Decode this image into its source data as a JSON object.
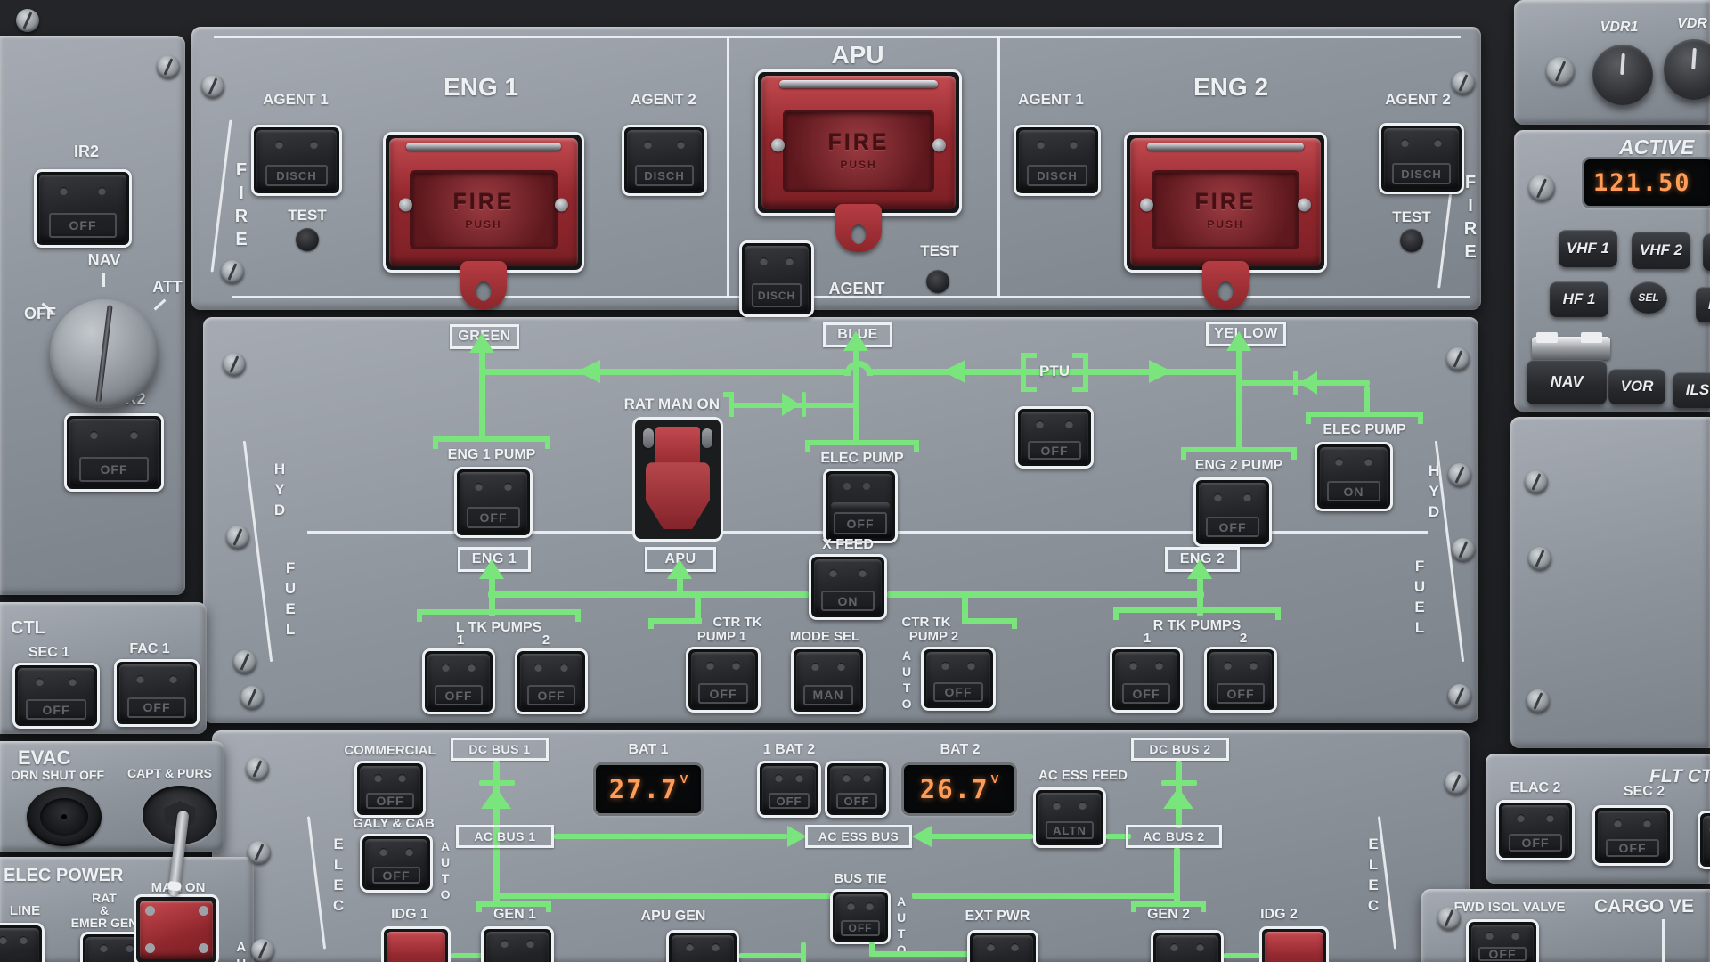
{
  "states": {
    "off": "OFF",
    "on": "ON",
    "man": "MAN",
    "altn": "ALTN",
    "disch": "DISCH"
  },
  "fire": {
    "rail_left": "FIRE",
    "rail_right": "FIRE",
    "eng1_title": "ENG 1",
    "apu_title": "APU",
    "eng2_title": "ENG 2",
    "agent1": "AGENT 1",
    "agent2": "AGENT 2",
    "agent": "AGENT",
    "test": "TEST",
    "fire_cap": "FIRE",
    "push_cap": "PUSH"
  },
  "hyd": {
    "rail": "HYD",
    "green": "GREEN",
    "blue": "BLUE",
    "yellow": "YELLOW",
    "ptu": "PTU",
    "rat_man_on": "RAT MAN ON",
    "eng1_pump": "ENG 1 PUMP",
    "eng2_pump": "ENG 2 PUMP",
    "elec_pump": "ELEC PUMP"
  },
  "fuel": {
    "rail": "FUEL",
    "eng1": "ENG 1",
    "apu": "APU",
    "eng2": "ENG 2",
    "xfeed": "X FEED",
    "ltk": "L TK PUMPS",
    "rtk": "R TK PUMPS",
    "ctr_tk": "CTR TK",
    "pump1": "PUMP 1",
    "pump2": "PUMP 2",
    "mode_sel": "MODE SEL",
    "auto": "AUTO",
    "n1": "1",
    "n2": "2"
  },
  "elec": {
    "rail": "ELEC",
    "commercial": "COMMERCIAL",
    "galy": "GALY & CAB",
    "auto": "AUTO",
    "dc_bus1": "DC  BUS  1",
    "dc_bus2": "DC  BUS  2",
    "bat1": "BAT 1",
    "bat_pair": "1  BAT  2",
    "bat2": "BAT 2",
    "bat1_v": "27.7",
    "bat2_v": "26.7",
    "volt": "V",
    "ac_ess_feed": "AC ESS FEED",
    "ac_bus1": "AC  BUS  1",
    "ac_ess_bus": "AC ESS BUS",
    "ac_bus2": "AC  BUS  2",
    "bus_tie": "BUS TIE",
    "idg1": "IDG 1",
    "gen1": "GEN 1",
    "apu_gen": "APU GEN",
    "ext_pwr": "EXT PWR",
    "gen2": "GEN 2",
    "idg2": "IDG 2"
  },
  "adirs": {
    "ir2": "IR2",
    "nav": "NAV",
    "att": "ATT",
    "off": "OFF",
    "r2": "R2"
  },
  "lctl": {
    "title": "CTL",
    "sec1": "SEC 1",
    "fac1": "FAC 1"
  },
  "evac": {
    "title": "EVAC",
    "horn": "ORN SHUT OFF",
    "capt": "CAPT & PURS"
  },
  "emer": {
    "title": "ELEC POWER",
    "line": "LINE",
    "rat1": "RAT",
    "rat2": "&",
    "rat3": "EMER GEN",
    "man_on": "MAN ON",
    "auto_cut": "AU"
  },
  "rmp": {
    "vdr1": "VDR1",
    "vdr2": "VDR",
    "active": "ACTIVE",
    "freq": "121.50",
    "vhf1": "VHF 1",
    "vhf2": "VHF 2",
    "vhf3": "V",
    "hf1": "HF 1",
    "sel": "SEL",
    "hf2": "H",
    "nav": "NAV",
    "vor": "VOR",
    "ils": "ILS"
  },
  "rflt": {
    "title": "FLT CT",
    "elac2": "ELAC 2",
    "sec2": "SEC 2"
  },
  "cargo": {
    "fwd_isol": "FWD ISOL VALVE",
    "title": "CARGO VE"
  }
}
